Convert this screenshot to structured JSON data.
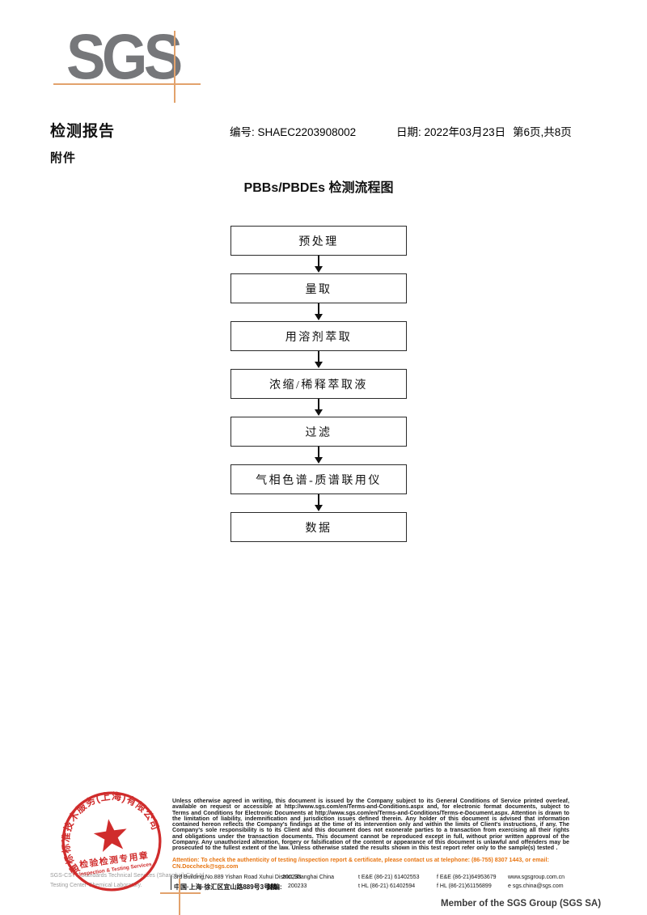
{
  "logo": {
    "text": "SGS"
  },
  "header": {
    "report_title": "检测报告",
    "number_label": "编号: ",
    "number_value": "SHAEC2203908002",
    "date_label": "日期: ",
    "date_value": "2022年03月23日",
    "page_info": "第6页,共8页",
    "attachment_label": "附件"
  },
  "flowchart": {
    "title": "PBBs/PBDEs 检测流程图",
    "steps": [
      "预处理",
      "量取",
      "用溶剂萃取",
      "浓缩/稀释萃取液",
      "过滤",
      "气相色谱-质谱联用仪",
      "数据"
    ]
  },
  "stamp": {
    "arc_text": "通标标准技术服务(上海)有限公司",
    "line1": "检验检测专用章",
    "line2": "Inspection & Testing Services",
    "company_en1": "SGS-CSTC Standards Technical Services (Shanghai) Co.,Ltd.",
    "company_en2": "Testing Center-Chemical Laboratory."
  },
  "footer": {
    "legal": "Unless otherwise agreed in writing, this document is issued by the Company subject to its General Conditions of Service printed overleaf, available on request or accessible at http://www.sgs.com/en/Terms-and-Conditions.aspx and, for electronic format documents, subject to Terms and Conditions for Electronic Documents at http://www.sgs.com/en/Terms-and-Conditions/Terms-e-Document.aspx. Attention is drawn to the limitation of liability, indemnification and jurisdiction issues defined therein. Any holder of this document is advised that information contained hereon reflects the Company's findings at the time of its intervention only and within the limits of Client's instructions, if any. The Company's sole responsibility is to its Client and this document does not exonerate parties to a transaction from exercising all their rights and obligations under the transaction documents. This document cannot be reproduced except in full, without prior written approval of the Company. Any unauthorized alteration, forgery or falsification of the content or appearance of this document is unlawful and offenders may be prosecuted to the fullest extent of the law. Unless otherwise stated the results shown in this test report refer only to the sample(s) tested .",
    "attention": "Attention: To check the authenticity of testing /inspection report & certificate, please contact us at telephone: (86-755) 8307 1443, or email: CN.Doccheck@sgs.com",
    "address_en": "3rd Building,No.889 Yishan Road Xuhui District,Shanghai China",
    "postal_en": "200233",
    "phone_t_en": "t E&E (86-21) 61402553",
    "phone_f_en": "f E&E (86-21)64953679",
    "web": "www.sgsgroup.com.cn",
    "address_cn": "中国·上海·徐汇区宜山路889号3号楼",
    "postal_label_cn": "邮编:",
    "postal_cn": "200233",
    "phone_t_cn": "t HL (86-21) 61402594",
    "phone_f_cn": "f HL (86-21)61156899",
    "email": "e  sgs.china@sgs.com",
    "member": "Member of the SGS Group (SGS SA)"
  },
  "colors": {
    "logo_gray": "#76777a",
    "accent_orange": "#e2a26c",
    "stamp_red": "#d02c2c",
    "attention_orange": "#e87511"
  }
}
